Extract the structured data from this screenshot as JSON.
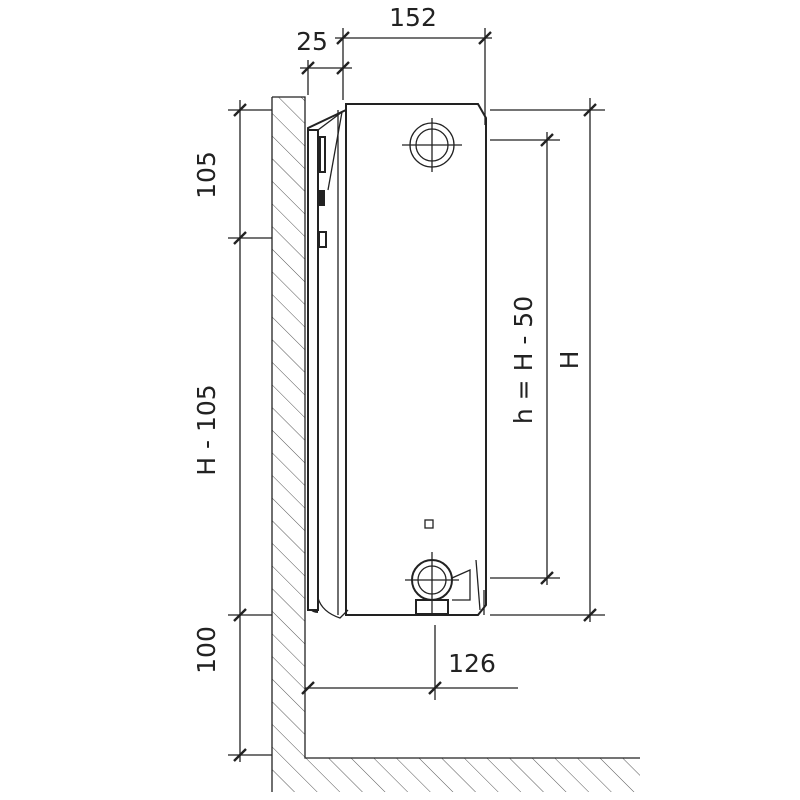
{
  "labels": {
    "width_total": "152",
    "wall_gap": "25",
    "top_offset": "105",
    "middle_span": "H - 105",
    "bottom_offset": "100",
    "connection_height": "h = H - 50",
    "height": "H",
    "connection_distance": "126"
  },
  "colors": {
    "line": "#222222",
    "background": "#ffffff"
  }
}
